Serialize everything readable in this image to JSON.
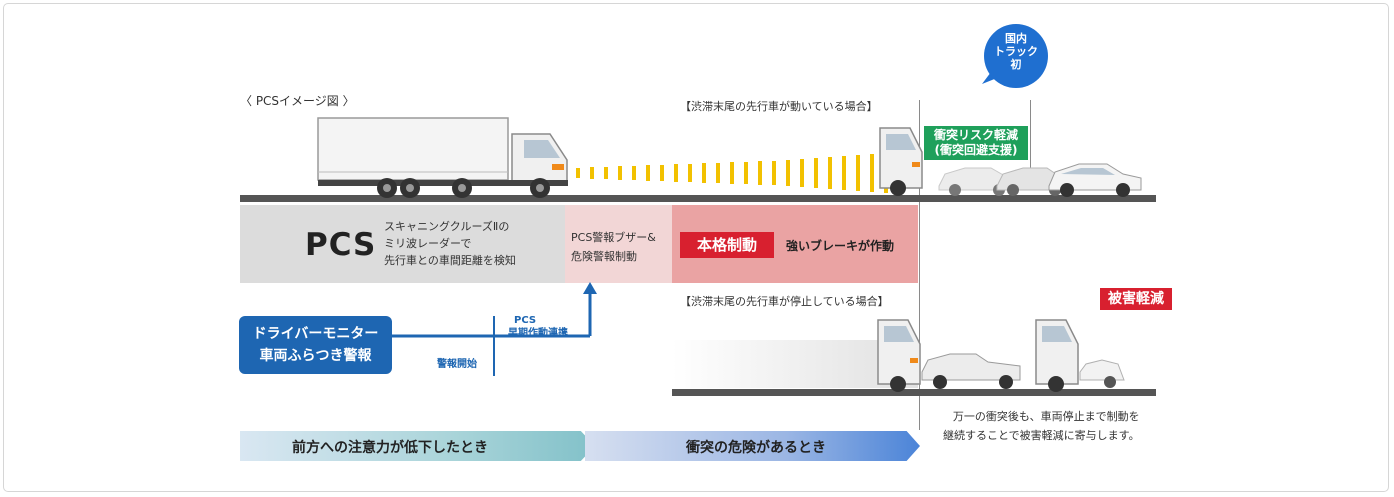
{
  "image_caption": "〈 PCSイメージ図 〉",
  "badge_domestic": "国内\nトラック\n初",
  "scenario_moving": "【渋滞末尾の先行車が動いている場合】",
  "scenario_stopped": "【渋滞末尾の先行車が停止している場合】",
  "collision_risk": "衝突リスク軽減\n(衝突回避支援)",
  "pcs": {
    "title": "PCS",
    "lines": [
      "スキャニングクルーズⅡの",
      "ミリ波レーダーで",
      "先行車との車間距離を検知"
    ]
  },
  "buzzer": {
    "lines": [
      "PCS警報ブザー&",
      "危険警報制動"
    ]
  },
  "brake": {
    "badge": "本格制動",
    "text": "強いブレーキが作動"
  },
  "damage_reduction": "被害軽減",
  "driver_monitor": {
    "lines": [
      "ドライバーモニター",
      "車両ふらつき警報"
    ]
  },
  "warning_start": "警報開始",
  "pcs_early": {
    "lines": [
      "PCS",
      "早期作動連携"
    ]
  },
  "after_collision": [
    "万一の衝突後も、車両停止まで制動を",
    "継続することで被害軽減に寄与します。"
  ],
  "phase1": "前方への注意力が低下したとき",
  "phase2": "衝突の危険があるとき",
  "colors": {
    "road": "#555555",
    "pcs_box": "#dcdcdc",
    "buzzer_box": "#f2d6d6",
    "brake_box": "#eaa3a3",
    "red_badge": "#d8202f",
    "blue": "#1e66b2",
    "green": "#1fa05b",
    "radar": "#f2c100"
  }
}
